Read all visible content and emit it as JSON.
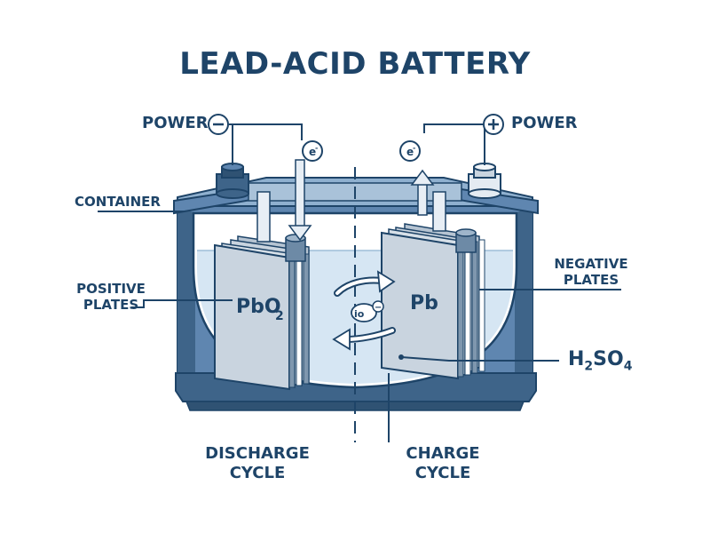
{
  "title": "LEAD-ACID BATTERY",
  "labels": {
    "power_left": "POWER",
    "power_right": "POWER",
    "minus_symbol": "−",
    "plus_symbol": "+",
    "electron": "e",
    "electron_sup": "-",
    "container": "CONTAINER",
    "positive_plates": [
      "POSITIVE",
      "PLATES"
    ],
    "negative_plates": [
      "NEGATIVE",
      "PLATES"
    ],
    "pbo2": "PbO",
    "pbo2_sub": "2",
    "pb": "Pb",
    "ion": "io",
    "ion_sign": "−",
    "h2so4": [
      "H",
      "2",
      "SO",
      "4"
    ],
    "discharge_cycle": [
      "DISCHARGE",
      "CYCLE"
    ],
    "charge_cycle": [
      "CHARGE",
      "CYCLE"
    ]
  },
  "colors": {
    "ink": "#1e4468",
    "case": "#5f86b0",
    "case_dark": "#3e6489",
    "case_light": "#8fb0cf",
    "electrolyte": "#d6e6f3",
    "plate": "#c9d4df",
    "plate_edge": "#7f97ae"
  },
  "icons": [
    "minus-terminal-icon",
    "plus-terminal-icon",
    "electron-down-arrow-icon",
    "electron-up-arrow-icon",
    "discharge-arrow-icon",
    "charge-arrow-icon"
  ]
}
